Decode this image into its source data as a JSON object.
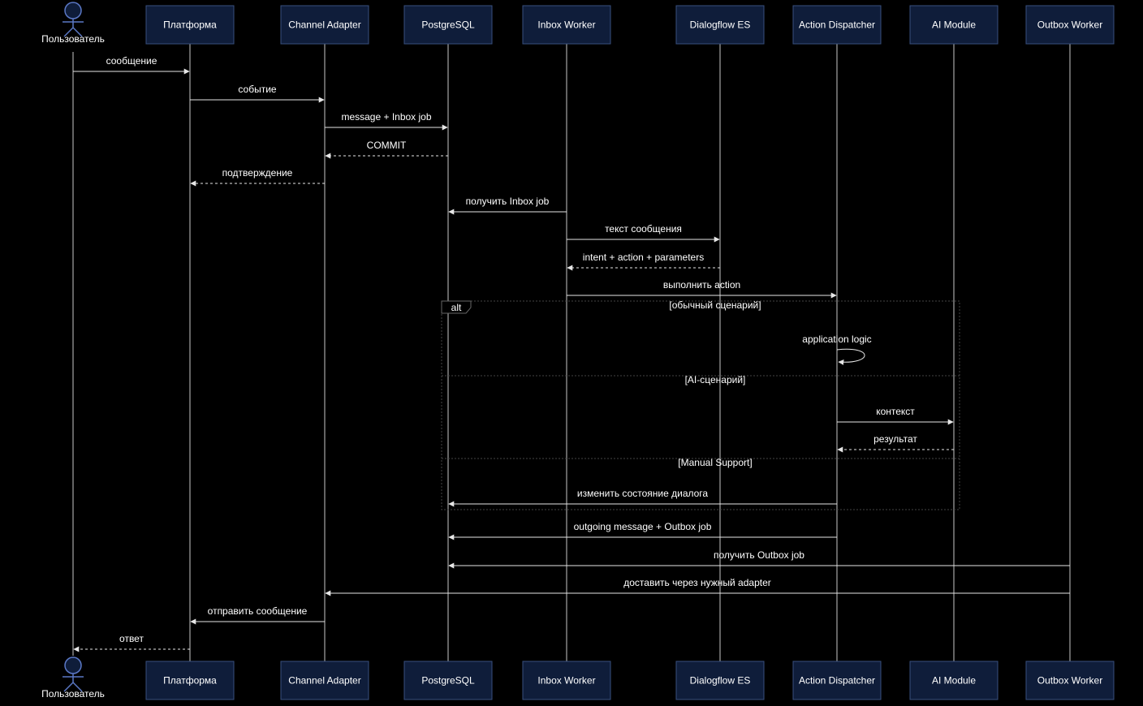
{
  "participants": [
    {
      "id": "user",
      "label": "Пользователь",
      "kind": "actor"
    },
    {
      "id": "platform",
      "label": "Платформа"
    },
    {
      "id": "adapter",
      "label": "Channel Adapter"
    },
    {
      "id": "pg",
      "label": "PostgreSQL"
    },
    {
      "id": "inbox",
      "label": "Inbox Worker"
    },
    {
      "id": "df",
      "label": "Dialogflow ES"
    },
    {
      "id": "dispatcher",
      "label": "Action Dispatcher"
    },
    {
      "id": "ai",
      "label": "AI Module"
    },
    {
      "id": "outbox",
      "label": "Outbox Worker"
    }
  ],
  "messages": [
    {
      "from": "user",
      "to": "platform",
      "label": "сообщение",
      "dashed": false
    },
    {
      "from": "platform",
      "to": "adapter",
      "label": "событие",
      "dashed": false
    },
    {
      "from": "adapter",
      "to": "pg",
      "label": "message + Inbox job",
      "dashed": false
    },
    {
      "from": "pg",
      "to": "adapter",
      "label": "COMMIT",
      "dashed": true
    },
    {
      "from": "adapter",
      "to": "platform",
      "label": "подтверждение",
      "dashed": true
    },
    {
      "from": "inbox",
      "to": "pg",
      "label": "получить Inbox job",
      "dashed": false
    },
    {
      "from": "inbox",
      "to": "df",
      "label": "текст сообщения",
      "dashed": false
    },
    {
      "from": "df",
      "to": "inbox",
      "label": "intent + action + parameters",
      "dashed": true
    },
    {
      "from": "inbox",
      "to": "dispatcher",
      "label": "выполнить action",
      "dashed": false
    },
    {
      "from": "dispatcher",
      "to": "dispatcher",
      "label": "application logic",
      "dashed": false,
      "self": true
    },
    {
      "from": "dispatcher",
      "to": "ai",
      "label": "контекст",
      "dashed": false
    },
    {
      "from": "ai",
      "to": "dispatcher",
      "label": "результат",
      "dashed": true
    },
    {
      "from": "dispatcher",
      "to": "pg",
      "label": "изменить состояние диалога",
      "dashed": false
    },
    {
      "from": "dispatcher",
      "to": "pg",
      "label": "outgoing message + Outbox job",
      "dashed": false
    },
    {
      "from": "outbox",
      "to": "pg",
      "label": "получить Outbox job",
      "dashed": false
    },
    {
      "from": "outbox",
      "to": "adapter",
      "label": "доставить через нужный adapter",
      "dashed": false
    },
    {
      "from": "adapter",
      "to": "platform",
      "label": "отправить сообщение",
      "dashed": false
    },
    {
      "from": "platform",
      "to": "user",
      "label": "ответ",
      "dashed": true
    }
  ],
  "alt_frame": {
    "keyword": "alt",
    "sections": [
      "[обычный сценарий]",
      "[AI-сценарий]",
      "[Manual Support]"
    ]
  }
}
